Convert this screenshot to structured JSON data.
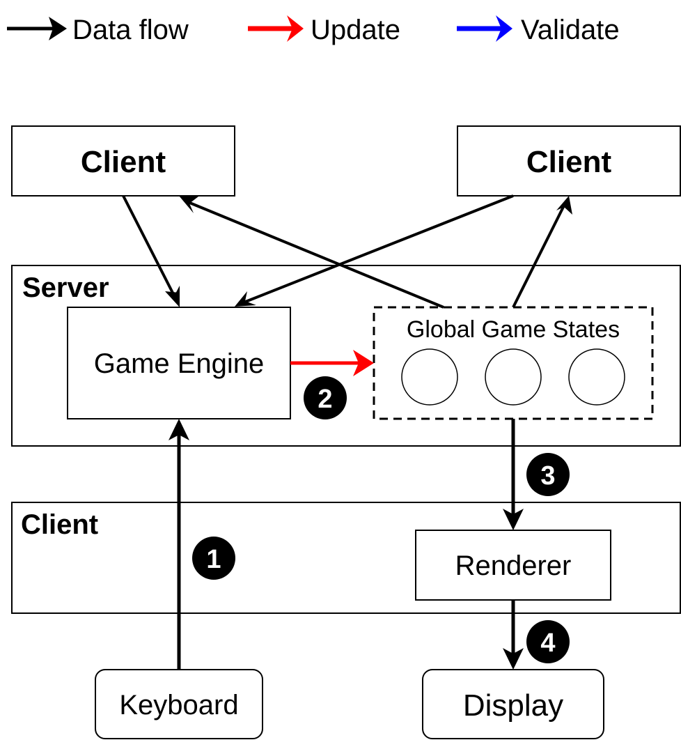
{
  "legend": [
    {
      "label": "Data flow",
      "color": "#000000"
    },
    {
      "label": "Update",
      "color": "#ff0000"
    },
    {
      "label": "Validate",
      "color": "#0000ff"
    }
  ],
  "nodes": {
    "client_top_left": "Client",
    "client_top_right": "Client",
    "server_label": "Server",
    "game_engine": "Game Engine",
    "global_states": "Global Game States",
    "client_label": "Client",
    "renderer": "Renderer",
    "keyboard": "Keyboard",
    "display": "Display"
  },
  "steps": [
    "1",
    "2",
    "3",
    "4"
  ]
}
